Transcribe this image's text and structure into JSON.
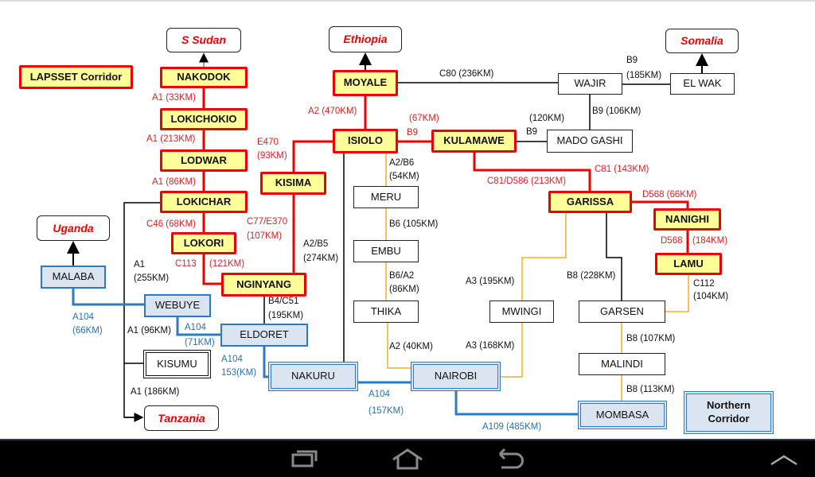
{
  "legend": {
    "lapsset": "LAPSSET Corridor",
    "northern": "Northern Corridor"
  },
  "countries": {
    "s_sudan": "S Sudan",
    "ethiopia": "Ethiopia",
    "somalia": "Somalia",
    "uganda": "Uganda",
    "tanzania": "Tanzania"
  },
  "towns": {
    "nakodok": "NAKODOK",
    "lokichokio": "LOKICHOKIO",
    "lodwar": "LODWAR",
    "lokichar": "LOKICHAR",
    "lokori": "LOKORI",
    "kisima": "KISIMA",
    "nginyang": "NGINYANG",
    "moyale": "MOYALE",
    "isiolo": "ISIOLO",
    "kulamawe": "KULAMAWE",
    "mado_gashi": "MADO GASHI",
    "wajir": "WAJIR",
    "el_wak": "EL WAK",
    "garissa": "GARISSA",
    "nanighi": "NANIGHI",
    "lamu": "LAMU",
    "meru": "MERU",
    "embu": "EMBU",
    "thika": "THIKA",
    "mwingi": "MWINGI",
    "garsen": "GARSEN",
    "malindi": "MALINDI",
    "mombasa": "MOMBASA",
    "nairobi": "NAIROBI",
    "nakuru": "NAKURU",
    "eldoret": "ELDORET",
    "webuye": "WEBUYE",
    "malaba": "MALABA",
    "kisumu": "KISUMU"
  },
  "edges": [
    "A1 (33KM)",
    "A1 (213KM)",
    "A1 (86KM)",
    "C46 (68KM)",
    "C113",
    "(121KM)",
    "E470",
    "(93KM)",
    "C77/E370",
    "(107KM)",
    "A2 (470KM)",
    "(67KM)",
    "B9",
    "C81/D586 (213KM)",
    "C81 (143KM)",
    "D568 (66KM)",
    "D568",
    "(184KM)",
    "C80 (236KM)",
    "B9",
    "(185KM)",
    "(120KM)",
    "B9",
    "B9 (106KM)",
    "A2/B6",
    "(54KM)",
    "B6 (105KM)",
    "B6/A2",
    "(86KM)",
    "A2 (40KM)",
    "A3 (195KM)",
    "A3 (168KM)",
    "B8 (228KM)",
    "C112",
    "(104KM)",
    "B8 (107KM)",
    "B8 (113KM)",
    "A2/B5",
    "(274KM)",
    "B4/C51",
    "(195KM)",
    "A1",
    "(255KM)",
    "A1 (96KM)",
    "A1 (186KM)",
    "A104",
    "(66KM)",
    "A104",
    "(71KM)",
    "A104",
    "153(KM)",
    "A104",
    "(157KM)",
    "A109 (485KM)"
  ],
  "colors": {
    "lapsset": "#e00000",
    "northern": "#2a7bc4",
    "minor": "#f0b020"
  },
  "navbar": [
    "recent-apps",
    "home",
    "back",
    "up"
  ]
}
